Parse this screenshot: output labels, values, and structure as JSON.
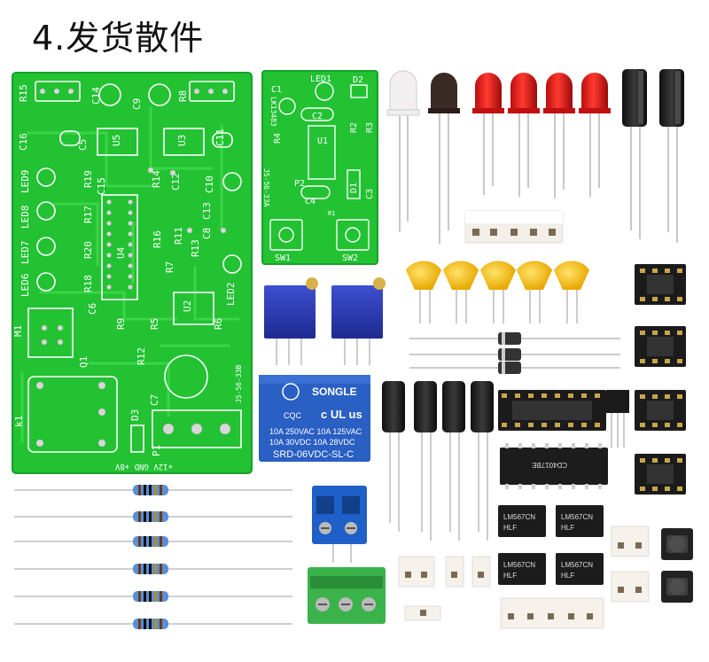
{
  "title": "4.发货散件",
  "main_pcb": {
    "labels": [
      "R15",
      "C14",
      "C9",
      "R8",
      "C16",
      "C5",
      "U5",
      "U3",
      "C11",
      "LED9",
      "R19",
      "C15",
      "R14",
      "C12",
      "C10",
      "LED8",
      "R17",
      "C13",
      "C8",
      "LED7",
      "R20",
      "U4",
      "R16",
      "R11",
      "R13",
      "LED6",
      "R18",
      "R7",
      "R6",
      "LED2",
      "C6",
      "U2",
      "M1",
      "R9",
      "R5",
      "Q1",
      "R12",
      "C7",
      "JS-56-33B",
      "k1",
      "D3",
      "P1",
      "+12V GND +8V"
    ]
  },
  "small_pcb": {
    "labels": [
      "LED1",
      "D2",
      "C1",
      "C2",
      "LK13483",
      "R4",
      "U1",
      "R2",
      "R3",
      "JS-56-33A",
      "P2",
      "D1",
      "C3",
      "C4",
      "R1",
      "SW1",
      "SW2"
    ]
  },
  "relay": {
    "brand": "SONGLE",
    "line1": "10A 250VAC 10A 125VAC",
    "line2": "10A 30VDC 10A 28VDC",
    "model": "SRD-06VDC-SL-C"
  },
  "ics": {
    "big_chip": "CD4017BE",
    "small_chip": "LM567CN"
  },
  "colors": {
    "pcb_green": "#22c232",
    "led_red": "#e21c1c",
    "relay_blue": "#2a5fc4",
    "terminal_green": "#3bb24a",
    "terminal_blue": "#1f5fc8"
  }
}
